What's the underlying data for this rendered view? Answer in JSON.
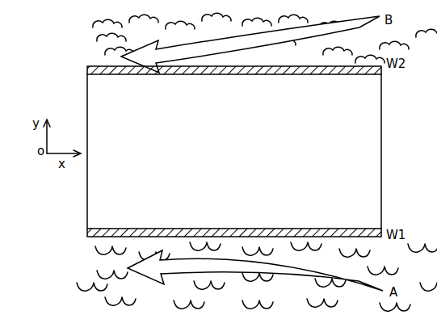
{
  "diagram": {
    "labels": [
      "B",
      "W2",
      "y",
      "x",
      "o",
      "W1",
      "A"
    ]
  }
}
